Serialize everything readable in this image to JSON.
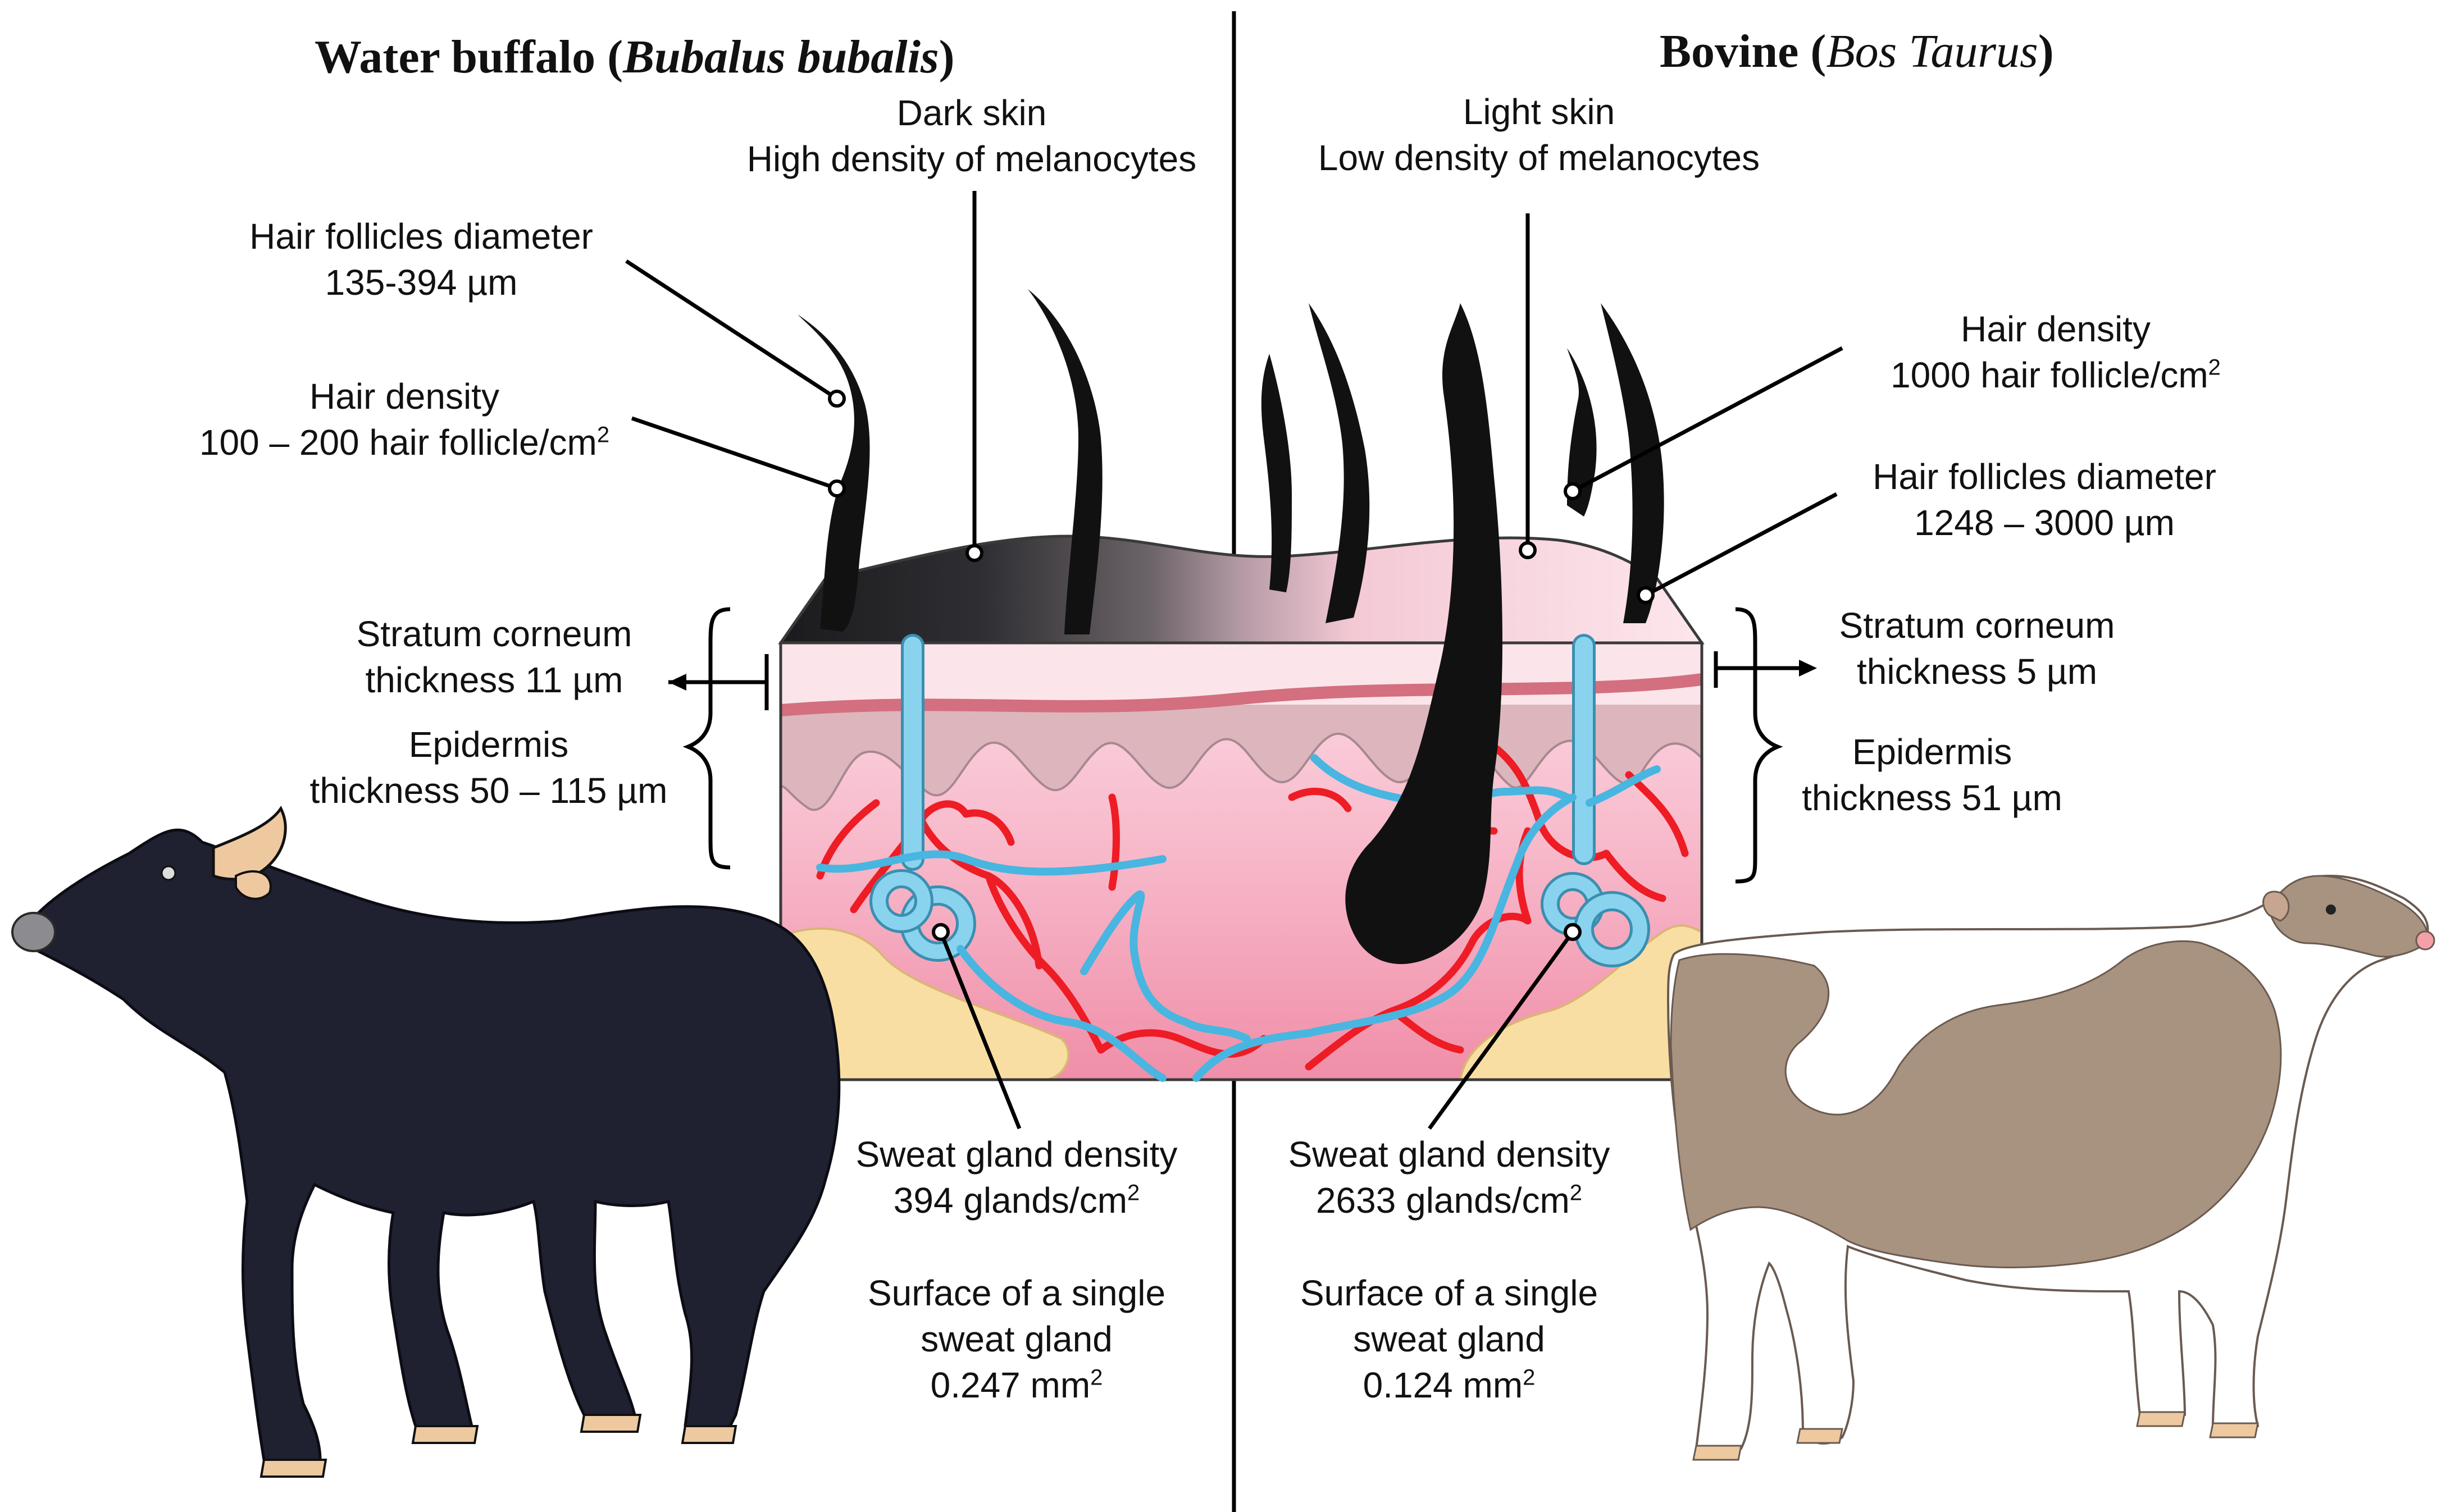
{
  "left": {
    "title_main": "Water buffalo (",
    "title_sci": "Bubalus bubalis",
    "title_end": ")",
    "skin_line1": "Dark skin",
    "skin_line2": "High density of melanocytes",
    "follicle_line1": "Hair follicles diameter",
    "follicle_line2": "135-394 µm",
    "hair_density_line1": "Hair density",
    "hair_density_line2": "100 – 200 hair follicle/cm",
    "hair_density_sup": "2",
    "stratum_line1": "Stratum corneum",
    "stratum_line2": "thickness 11 µm",
    "epidermis_line1": "Epidermis",
    "epidermis_line2": "thickness 50 – 115 µm",
    "sweat_density_line1": "Sweat gland density",
    "sweat_density_line2": "394 glands/cm",
    "sweat_density_sup": "2",
    "surface_line1": "Surface of a single",
    "surface_line2": "sweat gland",
    "surface_line3": "0.247 mm",
    "surface_sup": "2"
  },
  "right": {
    "title_main": "Bovine (",
    "title_sci": "Bos Taurus",
    "title_end": ")",
    "skin_line1": "Light skin",
    "skin_line2": "Low density of melanocytes",
    "hair_density_line1": "Hair density",
    "hair_density_line2": "1000 hair follicle/cm",
    "hair_density_sup": "2",
    "follicle_line1": "Hair follicles diameter",
    "follicle_line2": "1248 – 3000 µm",
    "stratum_line1": "Stratum corneum",
    "stratum_line2": "thickness 5 µm",
    "epidermis_line1": "Epidermis",
    "epidermis_line2": "thickness 51 µm",
    "sweat_density_line1": "Sweat gland density",
    "sweat_density_line2": "2633 glands/cm",
    "sweat_density_sup": "2",
    "surface_line1": "Surface of a single",
    "surface_line2": "sweat gland",
    "surface_line3": "0.124 mm",
    "surface_sup": "2"
  },
  "colors": {
    "buffalo": "#1f2030",
    "cow_patch": "#a89280",
    "vessel_red": "#ee1c24",
    "gland_blue": "#48b6e0",
    "hoof": "#eec9a0",
    "skin_pink": "#f6b6c8",
    "fat_yellow": "#f9dea4"
  }
}
